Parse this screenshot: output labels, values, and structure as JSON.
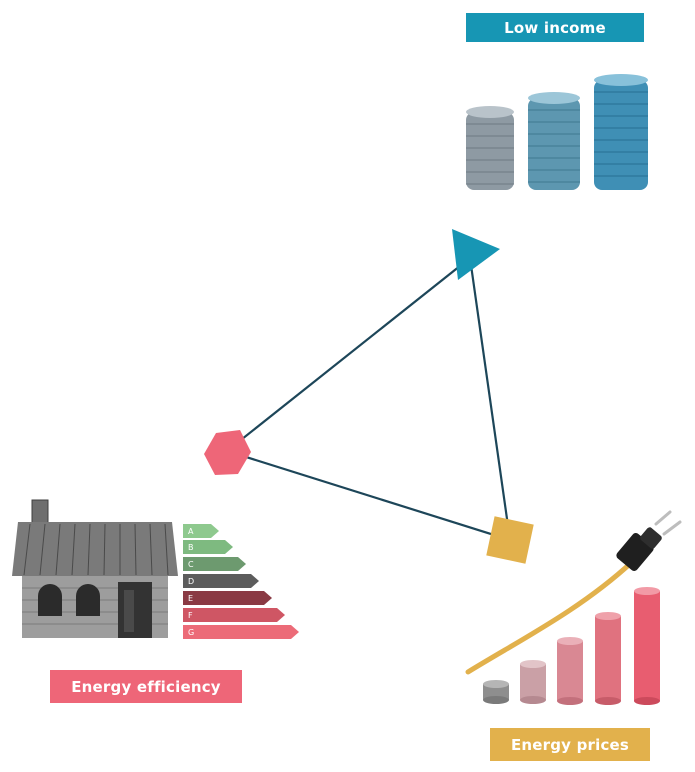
{
  "labels": {
    "low_income": "Low income",
    "energy_efficiency": "Energy efficiency",
    "energy_prices": "Energy prices"
  },
  "energy_ratings": [
    "A",
    "B",
    "C",
    "D",
    "E",
    "F",
    "G"
  ],
  "colors": {
    "low_income": "#1796b4",
    "energy_efficiency": "#ee6678",
    "energy_prices": "#e2b14c",
    "connector": "#1d4659",
    "ratings": [
      "#8ec98e",
      "#7eba80",
      "#6d9a6f",
      "#5c5c5c",
      "#8a3a44",
      "#cf5664",
      "#ec6b78"
    ]
  },
  "icons": {
    "low_income_node": "triangle",
    "energy_efficiency_node": "hexagon",
    "energy_prices_node": "square",
    "low_income_picture": "coin-stacks-icon",
    "energy_efficiency_picture": "house-icon",
    "energy_prices_picture": "power-plug-icon"
  }
}
